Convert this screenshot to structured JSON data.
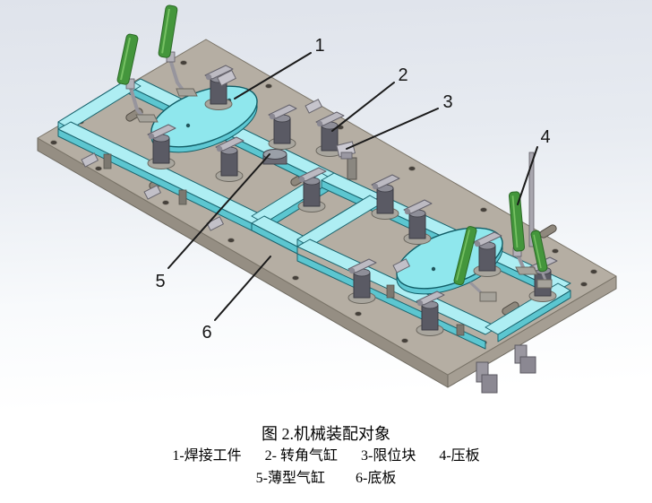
{
  "figure": {
    "callout_numbers": [
      "1",
      "2",
      "3",
      "4",
      "5",
      "6"
    ],
    "caption": {
      "title": "图 2.机械装配对象",
      "legend_row1": [
        "1-焊接工件",
        "2- 转角气缸",
        "3-限位块",
        "4-压板"
      ],
      "legend_row2": [
        "5-薄型气缸",
        "6-底板"
      ]
    },
    "colors": {
      "workpiece_cyan": "#8fe7ed",
      "rail_cyan_top": "#aeeef3",
      "rail_cyan_side": "#5cc6d0",
      "baseplate_gray": "#b5aea3",
      "clamp_green": "#44963c",
      "cylinder_gray": "#5a5a64",
      "background_top": "#dfe3eb"
    }
  }
}
